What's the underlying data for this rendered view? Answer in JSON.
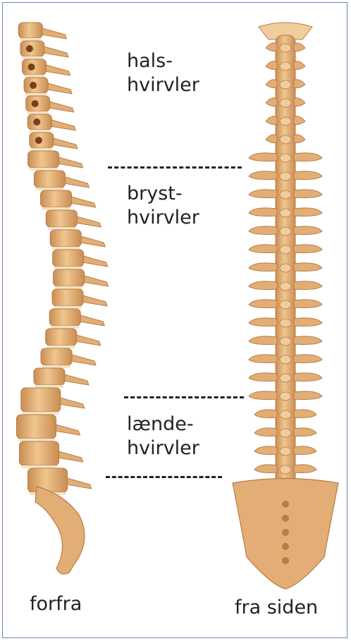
{
  "colors": {
    "bone": "#e2ae75",
    "bone_light": "#f1cc9c",
    "bone_dark": "#b97c45",
    "disc": "#f3e3c6",
    "border": "#6f86b0",
    "text": "#222222"
  },
  "regions": [
    {
      "line1": "hals-",
      "line2": "hvirvler"
    },
    {
      "line1": "bryst-",
      "line2": "hvirvler"
    },
    {
      "line1": "lænde-",
      "line2": "hvirvler"
    }
  ],
  "views": {
    "front": "forfra",
    "side": "fra siden"
  }
}
